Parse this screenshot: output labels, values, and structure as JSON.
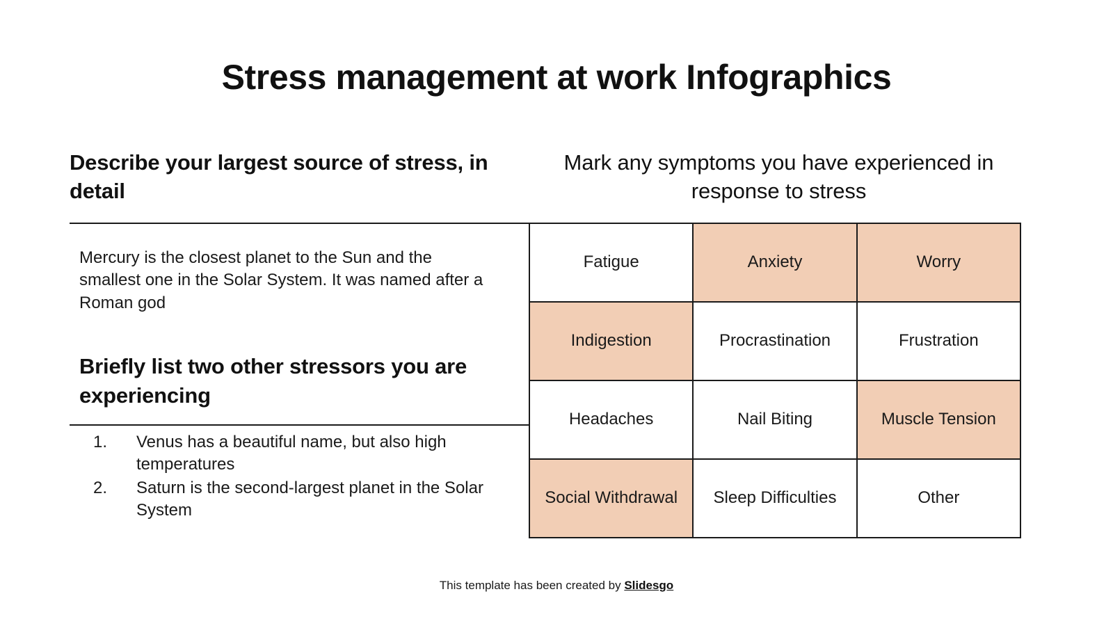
{
  "slide": {
    "title": "Stress management at work Infographics",
    "background_color": "#FFFFFF",
    "text_color": "#111111",
    "accent_color": "#F2CEB5"
  },
  "left_panel": {
    "heading": "Describe your largest source of stress, in detail",
    "paragraph": "Mercury is the closest planet to the Sun and the smallest one in the Solar System. It was named after a Roman god",
    "second_heading": "Briefly list two other stressors you are experiencing",
    "list": [
      {
        "number": "1.",
        "text": "Venus has a beautiful name, but also high temperatures"
      },
      {
        "number": "2.",
        "text": "Saturn is the second-largest planet in the Solar System"
      }
    ]
  },
  "right_panel": {
    "heading": "Mark any symptoms you have experienced in response to stress",
    "table": {
      "rows": [
        [
          {
            "label": "Fatigue",
            "marked": false
          },
          {
            "label": "Anxiety",
            "marked": true
          },
          {
            "label": "Worry",
            "marked": true
          }
        ],
        [
          {
            "label": "Indigestion",
            "marked": true
          },
          {
            "label": "Procrastination",
            "marked": false
          },
          {
            "label": "Frustration",
            "marked": false
          }
        ],
        [
          {
            "label": "Headaches",
            "marked": false
          },
          {
            "label": "Nail Biting",
            "marked": false
          },
          {
            "label": "Muscle Tension",
            "marked": true
          }
        ],
        [
          {
            "label": "Social Withdrawal",
            "marked": true
          },
          {
            "label": "Sleep Difficulties",
            "marked": false
          },
          {
            "label": "Other",
            "marked": false
          }
        ]
      ]
    }
  },
  "footer": {
    "prefix": "This template has been created by ",
    "brand": "Slidesgo"
  }
}
